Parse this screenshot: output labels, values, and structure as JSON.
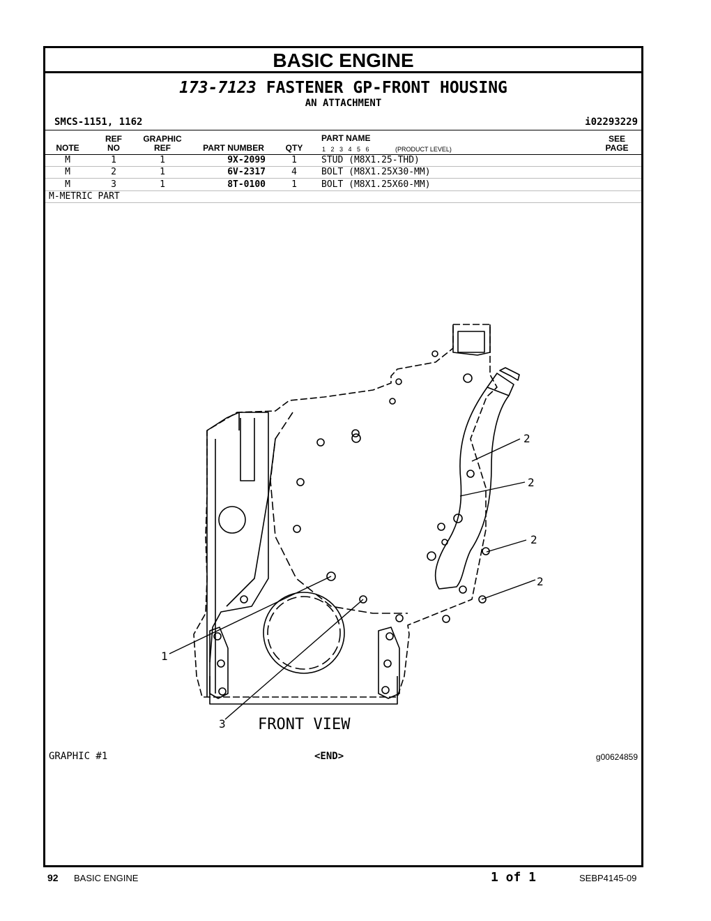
{
  "title": "BASIC ENGINE",
  "group": {
    "number": "173-7123",
    "name": "FASTENER GP-FRONT HOUSING",
    "attachment": "AN ATTACHMENT"
  },
  "smcs": "SMCS-1151, 1162",
  "info_id": "i02293229",
  "table": {
    "headers": {
      "note": "NOTE",
      "ref_no_1": "REF",
      "ref_no_2": "NO",
      "graphic_ref_1": "GRAPHIC",
      "graphic_ref_2": "REF",
      "part_number": "PART NUMBER",
      "qty": "QTY",
      "part_name": "PART NAME",
      "product_level_digits": "1   2   3   4   5   6",
      "product_level": "(PRODUCT LEVEL)",
      "see_page_1": "SEE",
      "see_page_2": "PAGE"
    },
    "rows": [
      {
        "note": "M",
        "ref_no": "1",
        "graphic_ref": "1",
        "part_number": "9X-2099",
        "qty": "1",
        "part_name": "STUD (M8X1.25-THD)"
      },
      {
        "note": "M",
        "ref_no": "2",
        "graphic_ref": "1",
        "part_number": "6V-2317",
        "qty": "4",
        "part_name": "BOLT (M8X1.25X30-MM)"
      },
      {
        "note": "M",
        "ref_no": "3",
        "graphic_ref": "1",
        "part_number": "8T-0100",
        "qty": "1",
        "part_name": "BOLT (M8X1.25X60-MM)"
      }
    ],
    "footnote": "M-METRIC PART"
  },
  "diagram": {
    "callouts": [
      "2",
      "2",
      "2",
      "2",
      "1",
      "3"
    ],
    "caption": "FRONT VIEW"
  },
  "graphic_label": "GRAPHIC #1",
  "end_marker": "<END>",
  "graphic_id": "g00624859",
  "footer": {
    "page_number": "92",
    "section": "BASIC ENGINE",
    "page_of": "1 of 1",
    "doc_id": "SEBP4145-09"
  }
}
